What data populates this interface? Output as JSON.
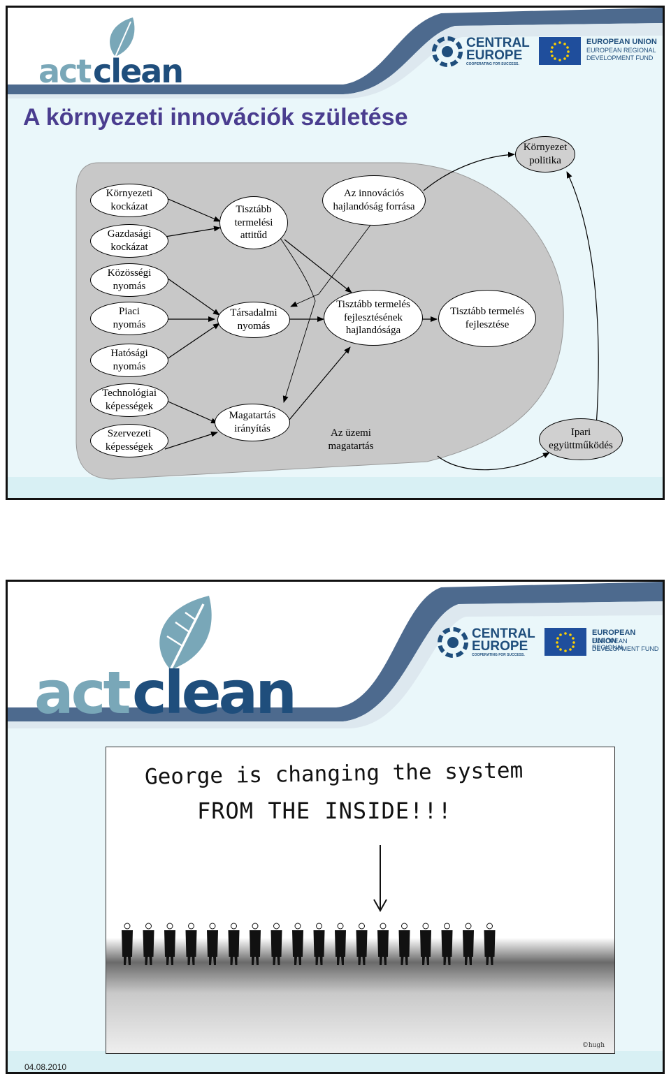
{
  "brand": {
    "logo_left": "act",
    "logo_right": "clean",
    "ce_line1": "CENTRAL",
    "ce_line2": "EUROPE",
    "ce_tagline": "COOPERATING FOR SUCCESS.",
    "eu_line1": "EUROPEAN UNION",
    "eu_line2": "EUROPEAN REGIONAL",
    "eu_line3": "DEVELOPMENT FUND",
    "colors": {
      "navy": "#1f4e7c",
      "leaf": "#79a7b8",
      "band": "#dde8ef",
      "title": "#4a3d8f",
      "diagram_fill": "#c8c8c8"
    }
  },
  "slide1": {
    "title": "A környezeti innovációk születése",
    "nodes": {
      "kornyezeti_kockazat": "Környezeti\nkockázat",
      "gazdasagi_kockazat": "Gazdasági\nkockázat",
      "kozossegi_nyomas": "Közösségi\nnyomás",
      "piaci_nyomas": "Piaci\nnyomás",
      "hatosagi_nyomas": "Hatósági\nnyomás",
      "technologiai_kepessegek": "Technológiai\nképességek",
      "szervezeti_kepessegek": "Szervezeti\nképességek",
      "tisztabb_termelesi_attitud": "Tisztább\ntermelési\nattitűd",
      "tarsadalmi_nyomas": "Társadalmi\nnyomás",
      "magatartas_iranyitas": "Magatartás\nirányítás",
      "innovacios_forras": "Az innovációs\nhajlandóság forrása",
      "fejlesztes_hajlandosaga": "Tisztább termelés\nfejlesztésének\nhajlandósága",
      "tisztabb_termeles_fejlesztese": "Tisztább termelés\nfejlesztése",
      "kornyezet_politika": "Környezet\npolitika",
      "ipari_egyuttmukodes": "Ipari\negyüttműködés"
    },
    "region_label": "Az üzemi\nmagatartás"
  },
  "slide2": {
    "cartoon_line1": "George is changing the system",
    "cartoon_line2": "FROM THE INSIDE!!!",
    "signature": "©hugh",
    "date": "04.08.2010"
  }
}
